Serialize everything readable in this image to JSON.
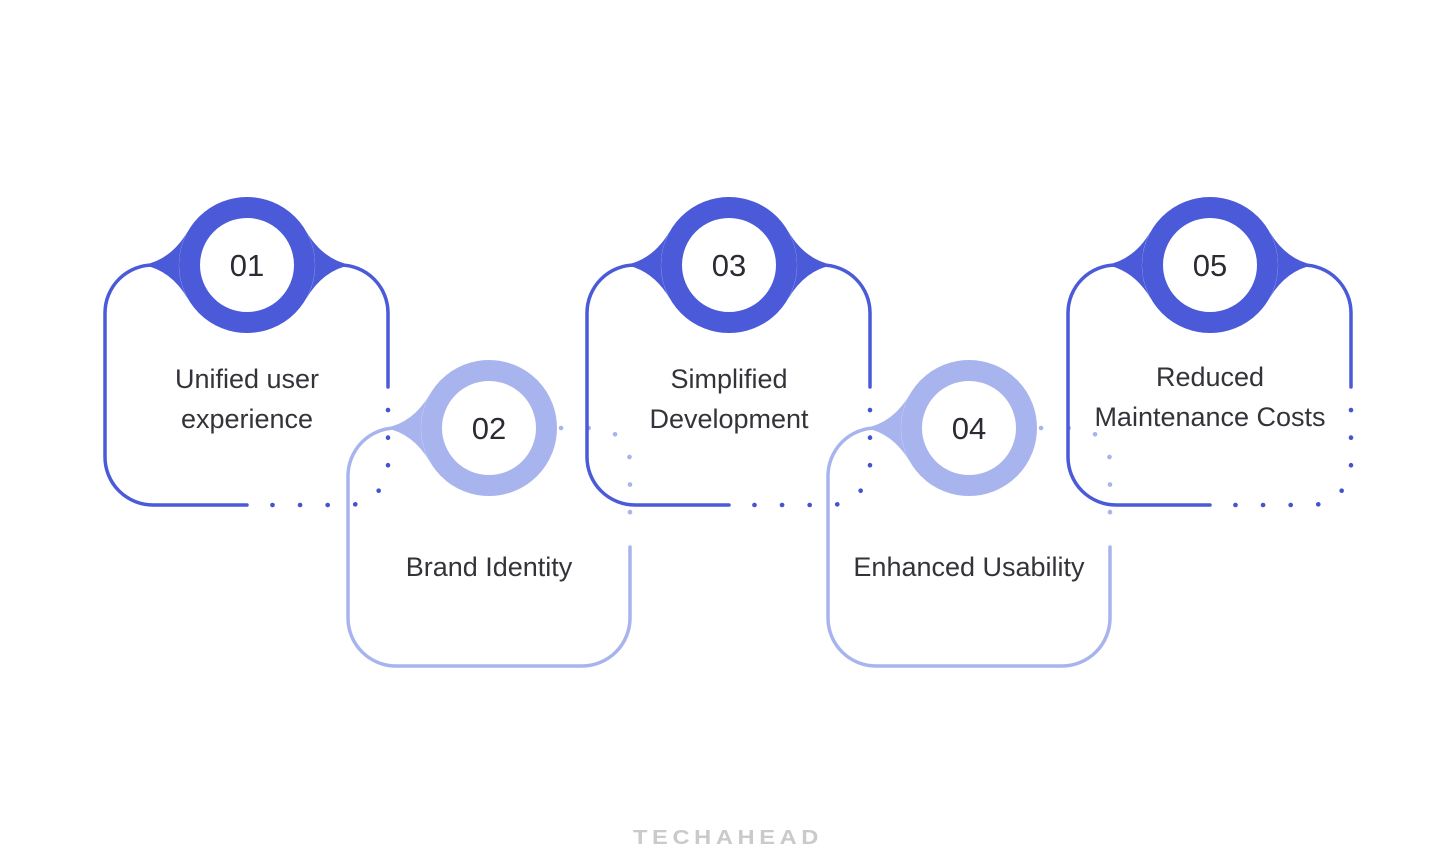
{
  "diagram": {
    "description": "Five numbered benefit cards connected by dotted outlines",
    "items": [
      {
        "number": "01",
        "label_lines": [
          "Unified user",
          "experience"
        ],
        "tone": "dark",
        "row": "top"
      },
      {
        "number": "02",
        "label_lines": [
          "Brand Identity"
        ],
        "tone": "light",
        "row": "bottom"
      },
      {
        "number": "03",
        "label_lines": [
          "Simplified",
          "Development"
        ],
        "tone": "dark",
        "row": "top"
      },
      {
        "number": "04",
        "label_lines": [
          "Enhanced Usability"
        ],
        "tone": "light",
        "row": "bottom"
      },
      {
        "number": "05",
        "label_lines": [
          "Reduced",
          "Maintenance Costs"
        ],
        "tone": "dark",
        "row": "top"
      }
    ],
    "colors": {
      "primary": "#4A5AD8",
      "primary_dots": "#4355CE",
      "secondary": "#A8B4EE",
      "number_text": "#2B2B33",
      "label_text": "#33333A",
      "logo_text": "#C9CACB",
      "background": "#FFFFFF"
    }
  },
  "footer": {
    "brand": "TECHAHEAD"
  }
}
